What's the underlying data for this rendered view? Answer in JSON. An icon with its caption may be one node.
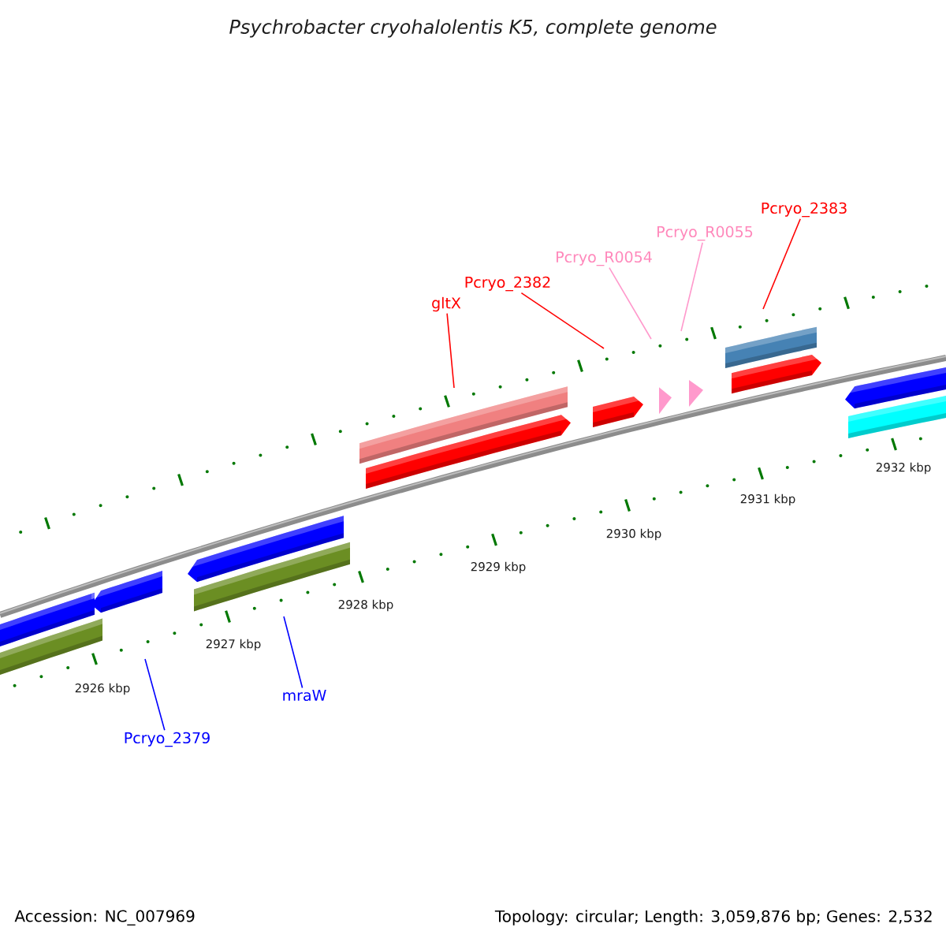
{
  "diagram": {
    "title": "Psychrobacter cryohalolentis K5, complete genome",
    "nodes": [
      {
        "text": [
          "gltX"
        ]
      },
      {
        "text": [
          "Pcryo_2382"
        ]
      },
      {
        "text": [
          "Pcryo_R0054"
        ]
      },
      {
        "text": [
          "Pcryo_R0055"
        ]
      },
      {
        "text": [
          "Pcryo_2383"
        ]
      },
      {
        "text": [
          "Pcryo_2379"
        ]
      },
      {
        "text": [
          "mraW"
        ]
      }
    ],
    "edges": [
      {
        "from": 0,
        "to": null,
        "arrow": "none"
      },
      {
        "from": 1,
        "to": null,
        "arrow": "none"
      },
      {
        "from": 2,
        "to": null,
        "arrow": "none",
        "color": "#ff99cc"
      },
      {
        "from": 3,
        "to": null,
        "arrow": "none",
        "color": "#ff99cc"
      },
      {
        "from": 4,
        "to": null,
        "arrow": "none"
      },
      {
        "from": 5,
        "to": null,
        "arrow": "none",
        "color": "#0000ff"
      },
      {
        "from": 6,
        "to": null,
        "arrow": "none",
        "color": "#0000ff"
      }
    ],
    "labels": [
      "2926 kbp",
      "2927 kbp",
      "2928 kbp",
      "2929 kbp",
      "2930 kbp",
      "2931 kbp",
      "2932 kbp",
      "Accession: NC_007969",
      "Topology: circular; Length: 3,059,876 bp; Genes: 2,532"
    ]
  }
}
